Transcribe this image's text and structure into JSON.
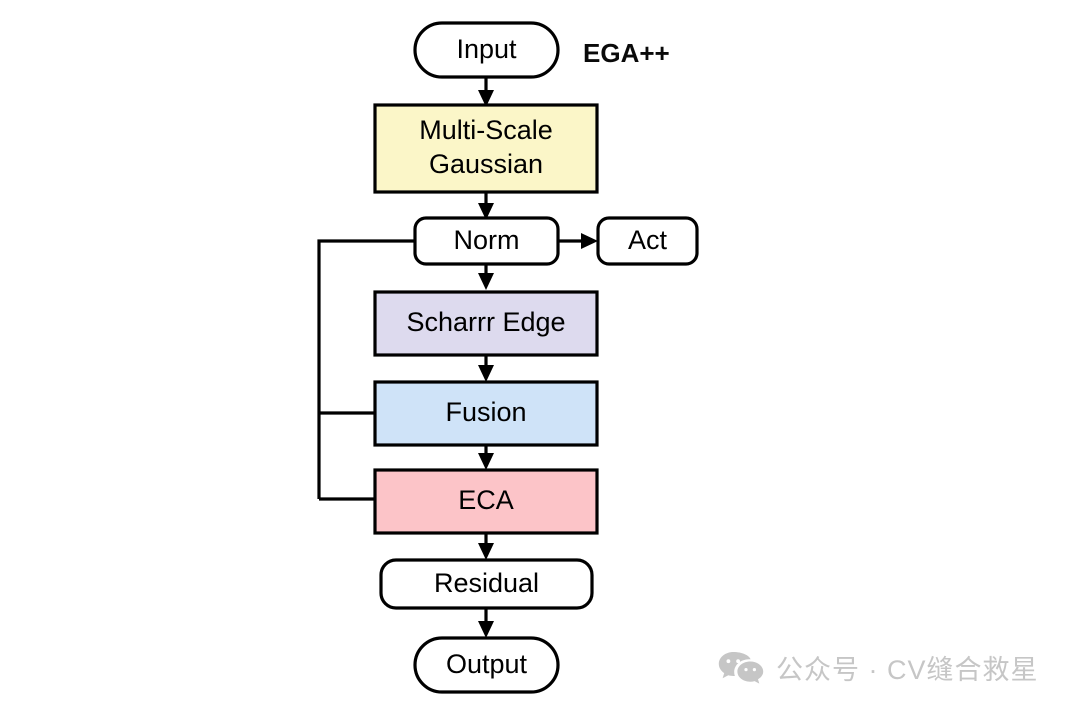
{
  "diagram": {
    "title": "EGA++",
    "nodes": [
      {
        "id": "input",
        "label": "Input",
        "shape": "stadium",
        "fill": "#ffffff"
      },
      {
        "id": "msg",
        "label": "Multi-Scale\nGaussian",
        "line1": "Multi-Scale",
        "line2": "Gaussian",
        "shape": "rect",
        "fill": "#fbf6c8"
      },
      {
        "id": "norm",
        "label": "Norm",
        "shape": "rounded",
        "fill": "#ffffff"
      },
      {
        "id": "act",
        "label": "Act",
        "shape": "rounded",
        "fill": "#ffffff"
      },
      {
        "id": "scharr",
        "label": "Scharrr Edge",
        "shape": "rect",
        "fill": "#dddaee"
      },
      {
        "id": "fusion",
        "label": "Fusion",
        "shape": "rect",
        "fill": "#cfe3f8"
      },
      {
        "id": "eca",
        "label": "ECA",
        "shape": "rect",
        "fill": "#fcc4c8"
      },
      {
        "id": "residual",
        "label": "Residual",
        "shape": "rounded",
        "fill": "#ffffff"
      },
      {
        "id": "output",
        "label": "Output",
        "shape": "stadium",
        "fill": "#ffffff"
      }
    ],
    "edges": [
      {
        "from": "input",
        "to": "msg",
        "kind": "arrow-down"
      },
      {
        "from": "msg",
        "to": "norm",
        "kind": "arrow-down"
      },
      {
        "from": "norm",
        "to": "act",
        "kind": "arrow-right"
      },
      {
        "from": "norm",
        "to": "scharr",
        "kind": "arrow-down"
      },
      {
        "from": "scharr",
        "to": "fusion",
        "kind": "arrow-down"
      },
      {
        "from": "fusion",
        "to": "eca",
        "kind": "arrow-down"
      },
      {
        "from": "eca",
        "to": "residual",
        "kind": "arrow-down"
      },
      {
        "from": "residual",
        "to": "output",
        "kind": "arrow-down"
      },
      {
        "from": "norm",
        "to": "fusion",
        "kind": "skip-left"
      },
      {
        "from": "norm",
        "to": "eca",
        "kind": "skip-left"
      }
    ],
    "colors": {
      "stroke": "#000000",
      "text": "#000000",
      "background": "#ffffff",
      "gaussian_fill": "#fbf6c8",
      "scharr_fill": "#dddaee",
      "fusion_fill": "#cfe3f8",
      "eca_fill": "#fcc4c8"
    }
  },
  "watermark": {
    "icon": "wechat-logo-icon",
    "text": "公众号 · CV缝合救星",
    "color": "#c6c6c6"
  }
}
